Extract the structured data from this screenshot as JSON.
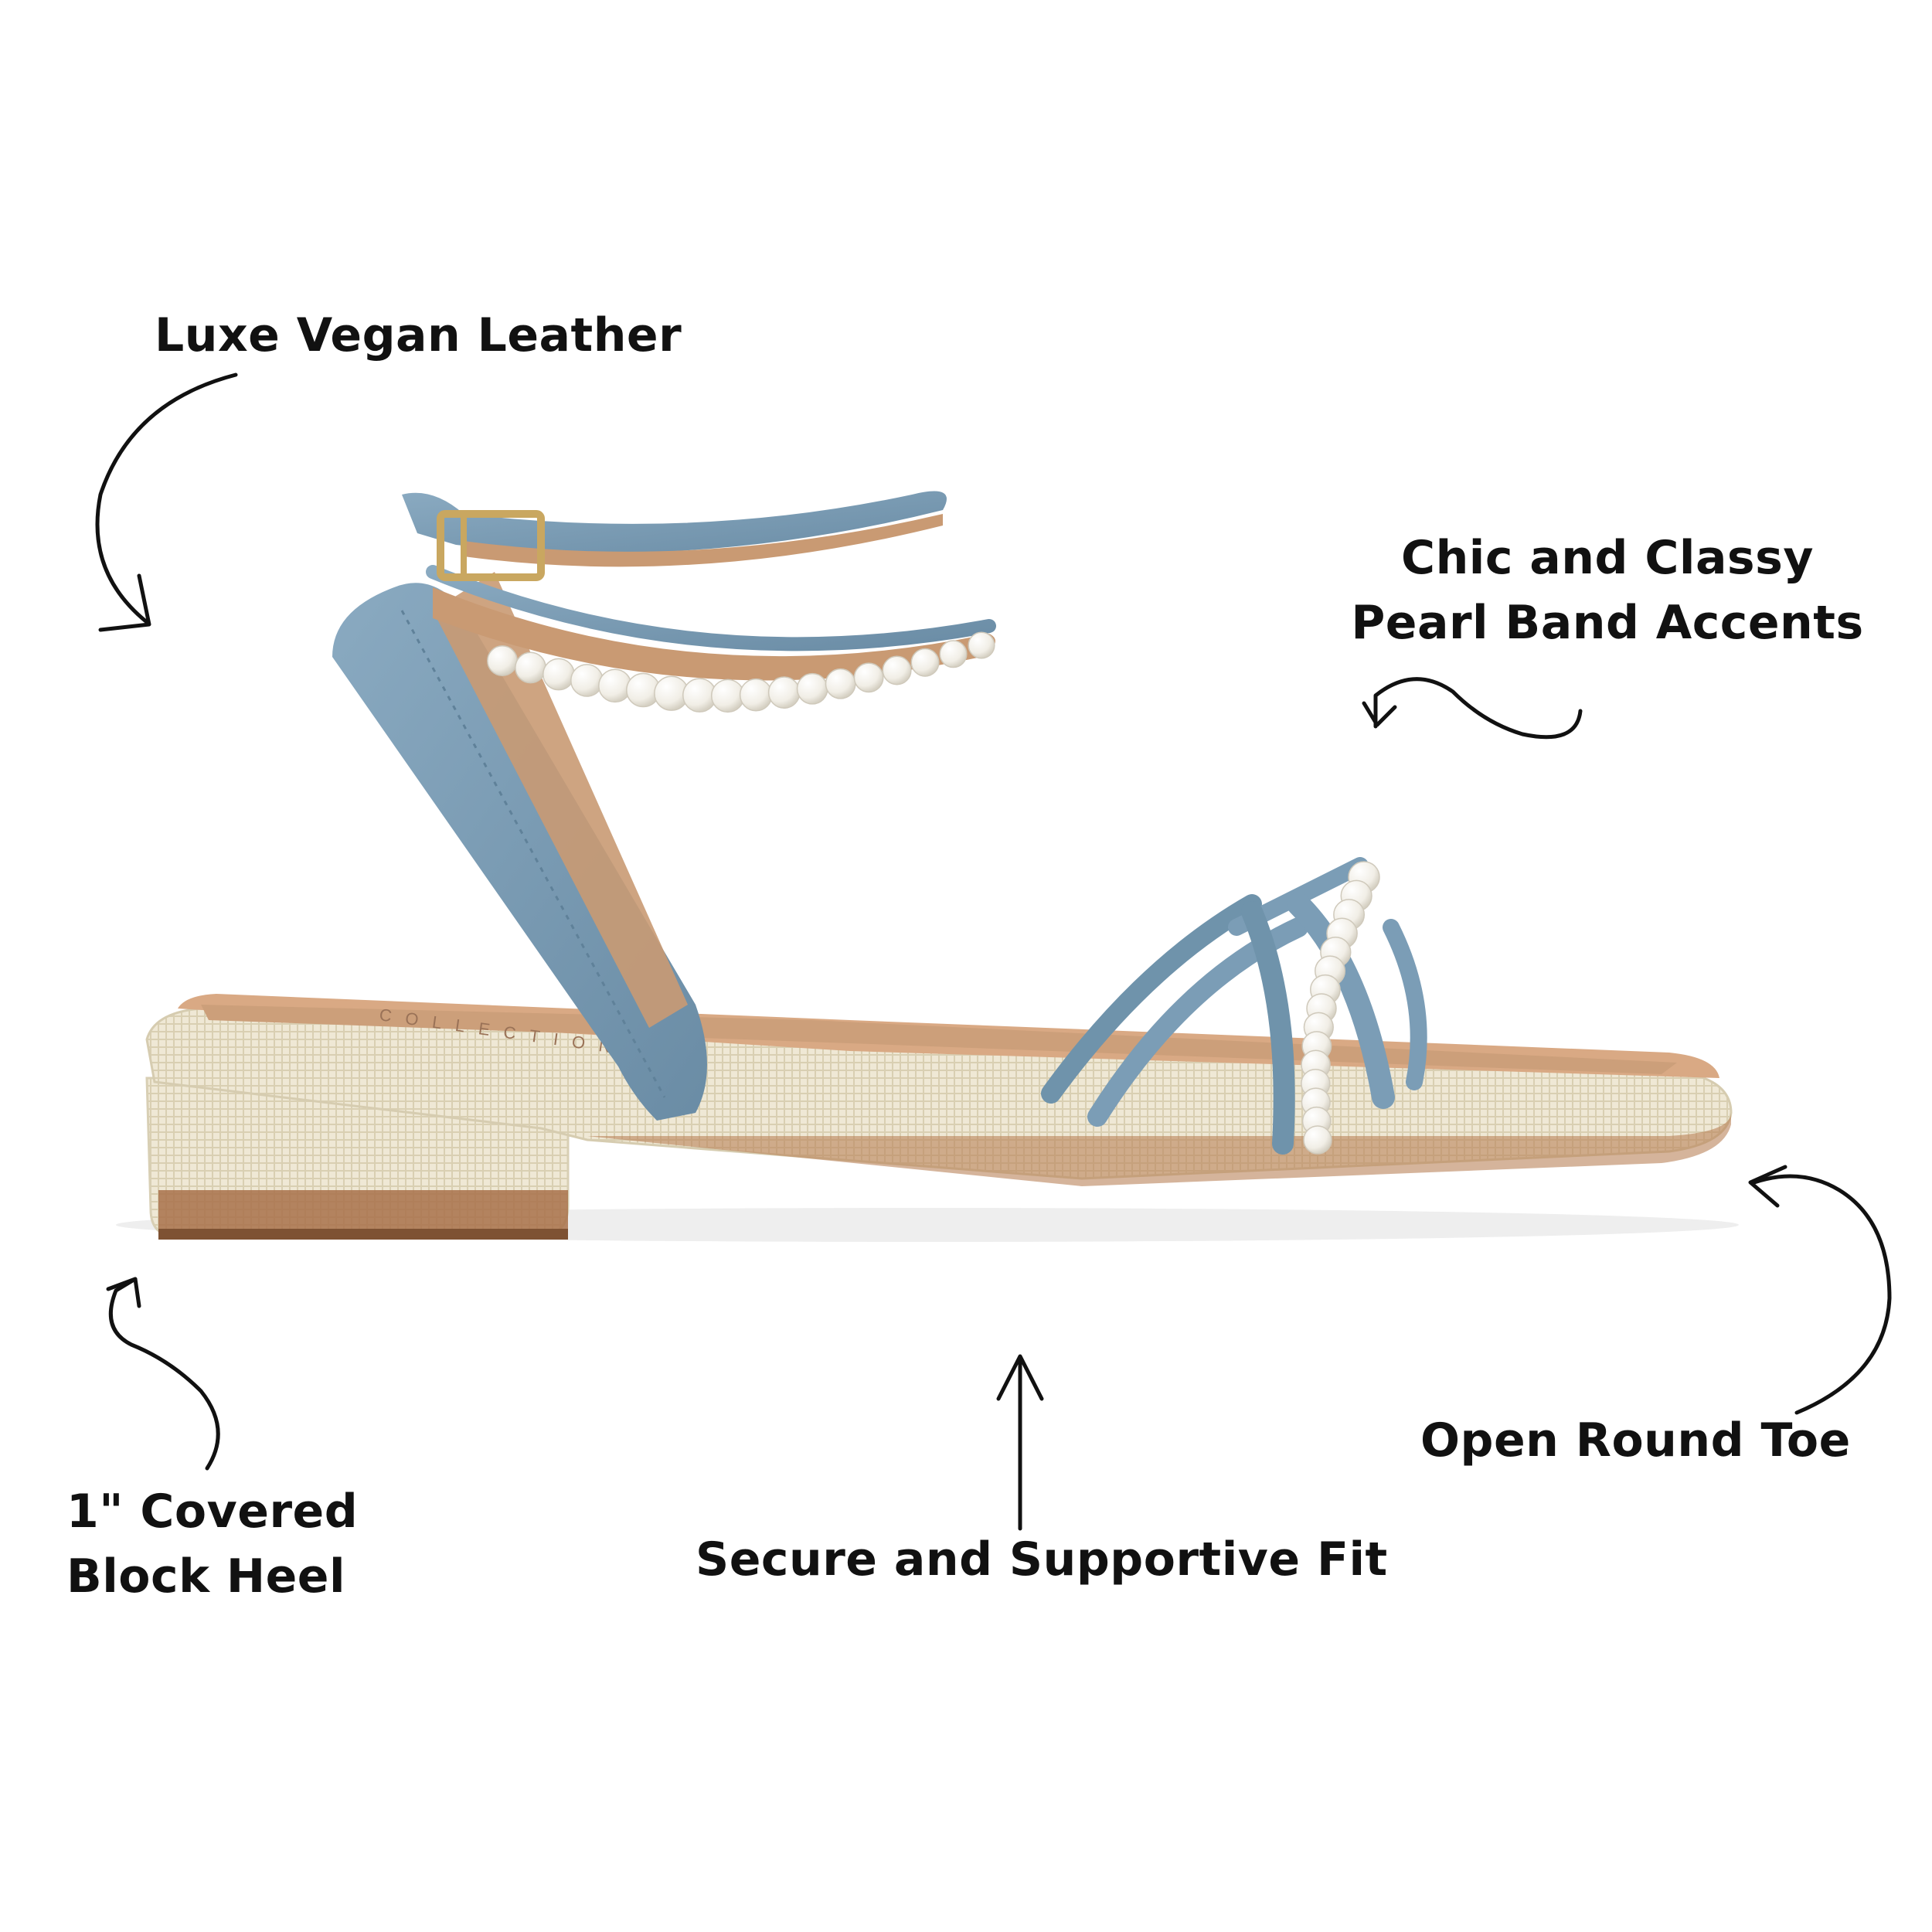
{
  "callouts": {
    "vegan_leather": "Luxe Vegan Leather",
    "pearl_accents_line1": "Chic and Classy",
    "pearl_accents_line2": "Pearl Band Accents",
    "round_toe": "Open Round Toe",
    "heel_line1": "1\" Covered",
    "heel_line2": "Block Heel",
    "fit": "Secure and Supportive Fit"
  },
  "product": {
    "brand_imprint": "COLLECTION",
    "strap_color": "#7b9db6",
    "strap_shadow": "#5f8199",
    "lining_color": "#c99a73",
    "jute_color": "#ece4cf",
    "sole_color": "#a8714a",
    "pearl_color": "#fbfaf6",
    "buckle_color": "#c9a760"
  }
}
